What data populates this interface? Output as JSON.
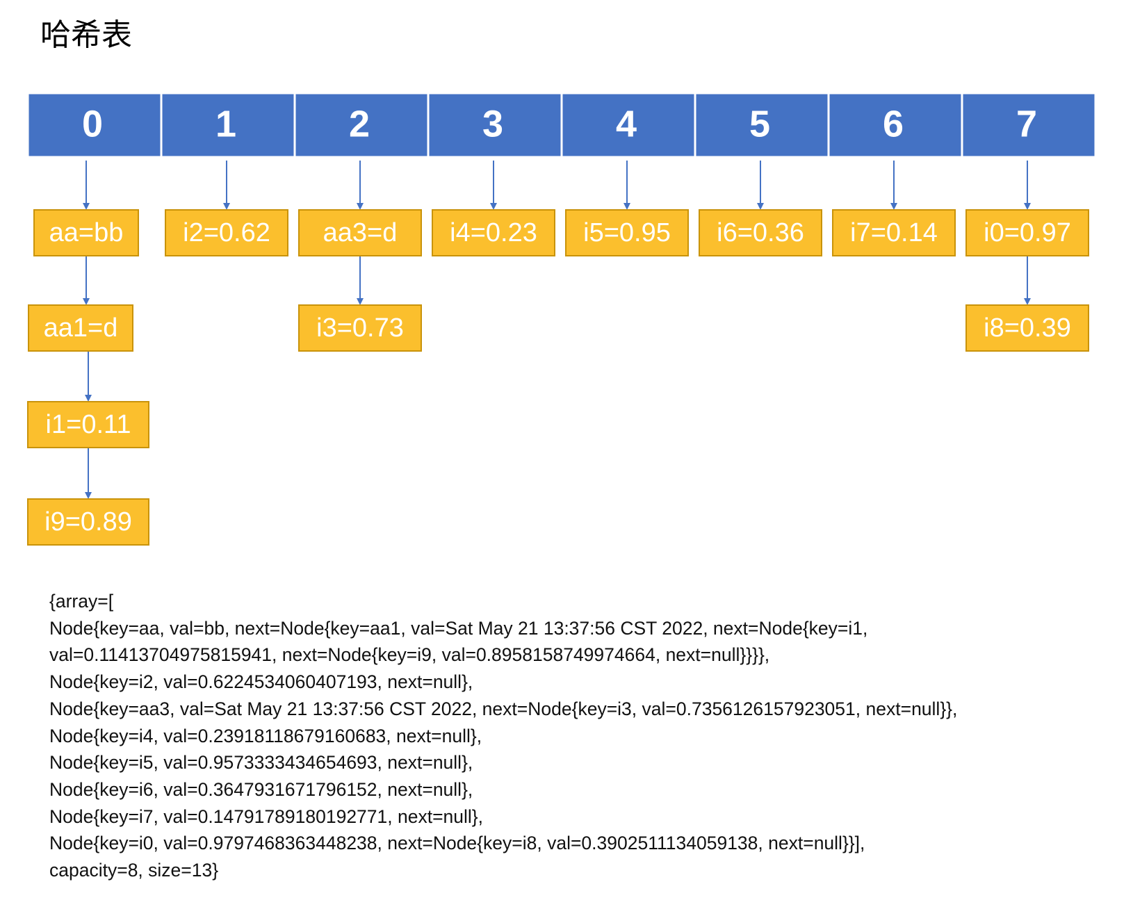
{
  "title": "哈希表",
  "colors": {
    "bucket_fill": "#4472c4",
    "bucket_border": "#ffffff",
    "node_fill": "#fbbf2d",
    "node_border": "#c9930a",
    "arrow": "#4472c4",
    "node_text": "#ffffff"
  },
  "buckets": [
    {
      "index": "0",
      "chain": [
        "aa=bb",
        "aa1=d",
        "i1=0.11",
        "i9=0.89"
      ]
    },
    {
      "index": "1",
      "chain": [
        "i2=0.62"
      ]
    },
    {
      "index": "2",
      "chain": [
        "aa3=d",
        "i3=0.73"
      ]
    },
    {
      "index": "3",
      "chain": [
        "i4=0.23"
      ]
    },
    {
      "index": "4",
      "chain": [
        "i5=0.95"
      ]
    },
    {
      "index": "5",
      "chain": [
        "i6=0.36"
      ]
    },
    {
      "index": "6",
      "chain": [
        "i7=0.14"
      ]
    },
    {
      "index": "7",
      "chain": [
        "i0=0.97",
        "i8=0.39"
      ]
    }
  ],
  "output_lines": [
    "{array=[",
    "Node{key=aa, val=bb, next=Node{key=aa1, val=Sat May 21 13:37:56 CST 2022, next=Node{key=i1,",
    "val=0.11413704975815941, next=Node{key=i9, val=0.8958158749974664, next=null}}}},",
    "Node{key=i2, val=0.6224534060407193, next=null},",
    "Node{key=aa3, val=Sat May 21 13:37:56 CST 2022, next=Node{key=i3, val=0.7356126157923051, next=null}},",
    "Node{key=i4, val=0.23918118679160683, next=null},",
    "Node{key=i5, val=0.9573333434654693, next=null},",
    "Node{key=i6, val=0.3647931671796152, next=null},",
    "Node{key=i7, val=0.14791789180192771, next=null},",
    "Node{key=i0, val=0.9797468363448238, next=Node{key=i8, val=0.3902511134059138, next=null}}],",
    "capacity=8, size=13}"
  ]
}
